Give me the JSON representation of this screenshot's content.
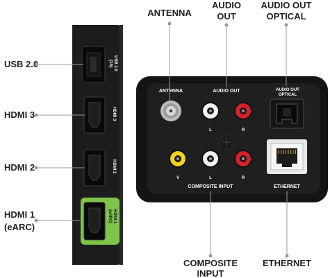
{
  "callouts": {
    "usb": "USB 2.0",
    "hdmi3": "HDMI 3",
    "hdmi2": "HDMI 2",
    "hdmi1_line1": "HDMI 1",
    "hdmi1_line2": "(eARC)",
    "antenna": "ANTENNA",
    "audio_out_line1": "AUDIO",
    "audio_out_line2": "OUT",
    "optical_line1": "AUDIO OUT",
    "optical_line2": "OPTICAL",
    "composite_line1": "COMPOSITE",
    "composite_line2": "INPUT",
    "ethernet": "ETHERNET"
  },
  "side_panel": {
    "usb_label_1": "USB 2.0",
    "usb_label_2": "(1A)",
    "hdmi3": "HDMI 3",
    "hdmi2": "HDMI 2",
    "hdmi1_1": "HDMI 1",
    "hdmi1_2": "(eARC)",
    "highlight_color": "#7ec34a"
  },
  "rear_panel": {
    "antenna": "ANTENNA",
    "audio_out": "AUDIO OUT",
    "optical_1": "AUDIO OUT",
    "optical_2": "OPTICAL",
    "l_top": "L",
    "r_top": "R",
    "v": "V",
    "l_bottom": "L",
    "r_bottom": "R",
    "composite": "COMPOSITE INPUT",
    "ethernet": "ETHERNET"
  }
}
